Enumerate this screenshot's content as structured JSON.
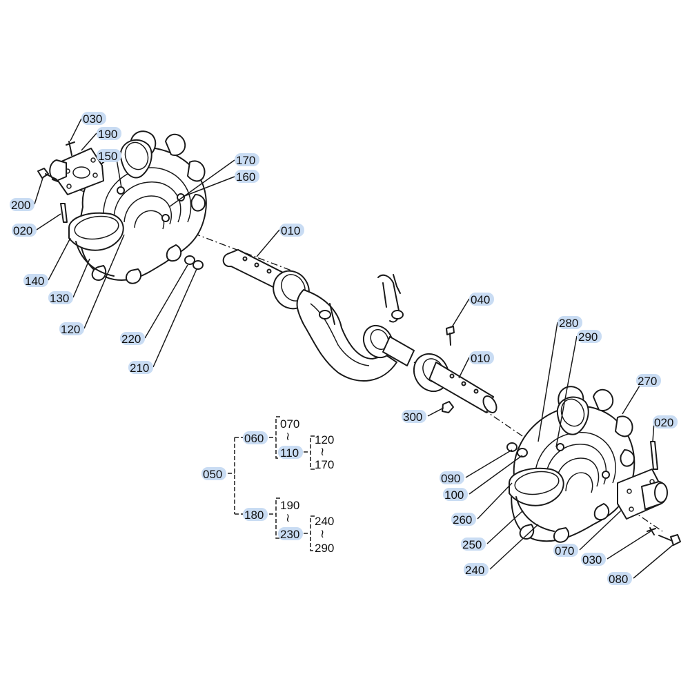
{
  "callouts": {
    "c030_top": "030",
    "c190_top": "190",
    "c150": "150",
    "c170": "170",
    "c160": "160",
    "c200": "200",
    "c020_left": "020",
    "c140": "140",
    "c130": "130",
    "c120": "120",
    "c220": "220",
    "c210": "210",
    "c010_top": "010",
    "c040": "040",
    "c010_right": "010",
    "c280": "280",
    "c290_right": "290",
    "c270": "270",
    "c300": "300",
    "c020_right": "020",
    "c090": "090",
    "c100": "100",
    "c260": "260",
    "c250": "250",
    "c240": "240",
    "c070_right": "070",
    "c030_right": "030",
    "c080": "080"
  },
  "tree": {
    "root": "050",
    "n060": "060",
    "n070": "070",
    "n110": "110",
    "n120": "120",
    "n170": "170",
    "n180": "180",
    "n190": "190",
    "n230": "230",
    "n240": "240",
    "n290": "290",
    "range_mark": "≀"
  },
  "colors": {
    "highlight": "#c9dcf3",
    "ink": "#1a1a1a"
  }
}
